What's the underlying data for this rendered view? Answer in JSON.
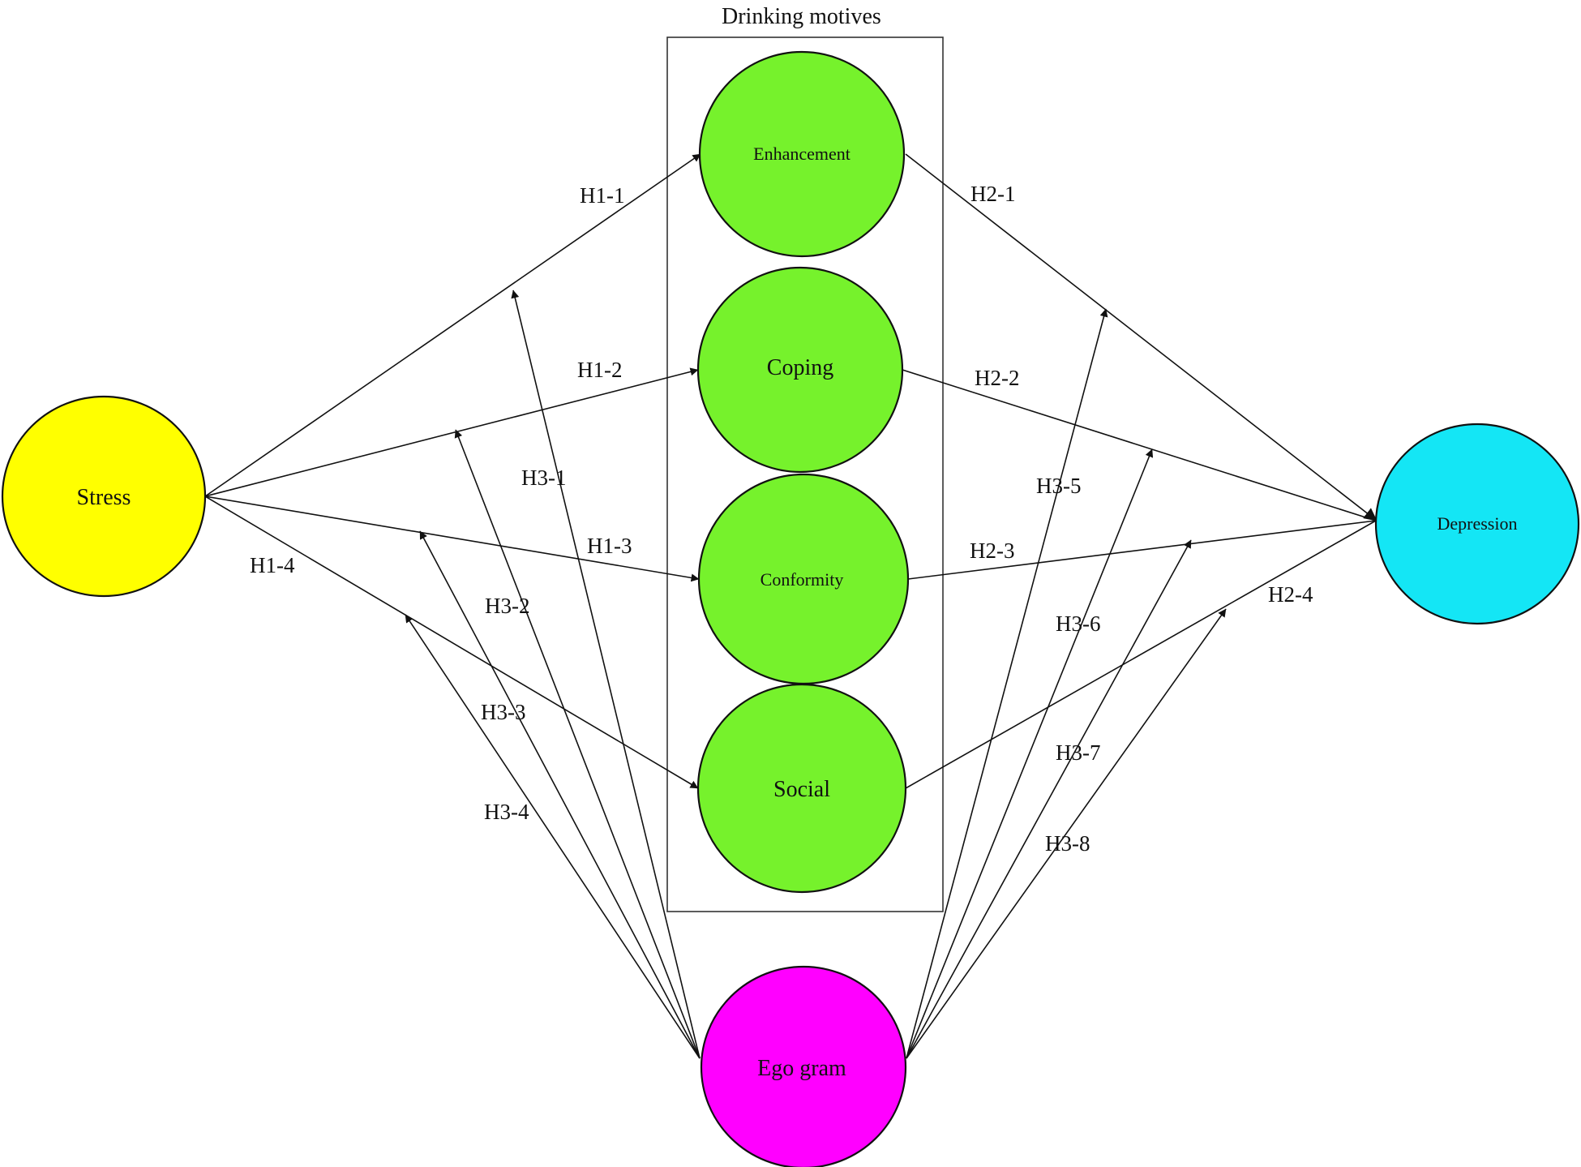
{
  "group": {
    "title": "Drinking motives"
  },
  "nodes": {
    "stress": {
      "label": "Stress",
      "color": "#ffff00"
    },
    "enhancement": {
      "label": "Enhancement",
      "color": "#76f22c"
    },
    "coping": {
      "label": "Coping",
      "color": "#76f22c"
    },
    "conformity": {
      "label": "Conformity",
      "color": "#76f22c"
    },
    "social": {
      "label": "Social",
      "color": "#76f22c"
    },
    "depression": {
      "label": "Depression",
      "color": "#14e6f5"
    },
    "egogram": {
      "label": "Ego gram",
      "color": "#ff00ff"
    }
  },
  "edges": {
    "h1_1": {
      "label": "H1-1",
      "from": "Stress",
      "to": "Enhancement"
    },
    "h1_2": {
      "label": "H1-2",
      "from": "Stress",
      "to": "Coping"
    },
    "h1_3": {
      "label": "H1-3",
      "from": "Stress",
      "to": "Conformity"
    },
    "h1_4": {
      "label": "H1-4",
      "from": "Stress",
      "to": "Social"
    },
    "h2_1": {
      "label": "H2-1",
      "from": "Enhancement",
      "to": "Depression"
    },
    "h2_2": {
      "label": "H2-2",
      "from": "Coping",
      "to": "Depression"
    },
    "h2_3": {
      "label": "H2-3",
      "from": "Conformity",
      "to": "Depression"
    },
    "h2_4": {
      "label": "H2-4",
      "from": "Social",
      "to": "Depression"
    },
    "h3_1": {
      "label": "H3-1",
      "from": "Ego gram",
      "to": "H1-1"
    },
    "h3_2": {
      "label": "H3-2",
      "from": "Ego gram",
      "to": "H1-2"
    },
    "h3_3": {
      "label": "H3-3",
      "from": "Ego gram",
      "to": "H1-3"
    },
    "h3_4": {
      "label": "H3-4",
      "from": "Ego gram",
      "to": "H1-4"
    },
    "h3_5": {
      "label": "H3-5",
      "from": "Ego gram",
      "to": "H2-1"
    },
    "h3_6": {
      "label": "H3-6",
      "from": "Ego gram",
      "to": "H2-2"
    },
    "h3_7": {
      "label": "H3-7",
      "from": "Ego gram",
      "to": "H2-3"
    },
    "h3_8": {
      "label": "H3-8",
      "from": "Ego gram",
      "to": "H2-4"
    }
  }
}
